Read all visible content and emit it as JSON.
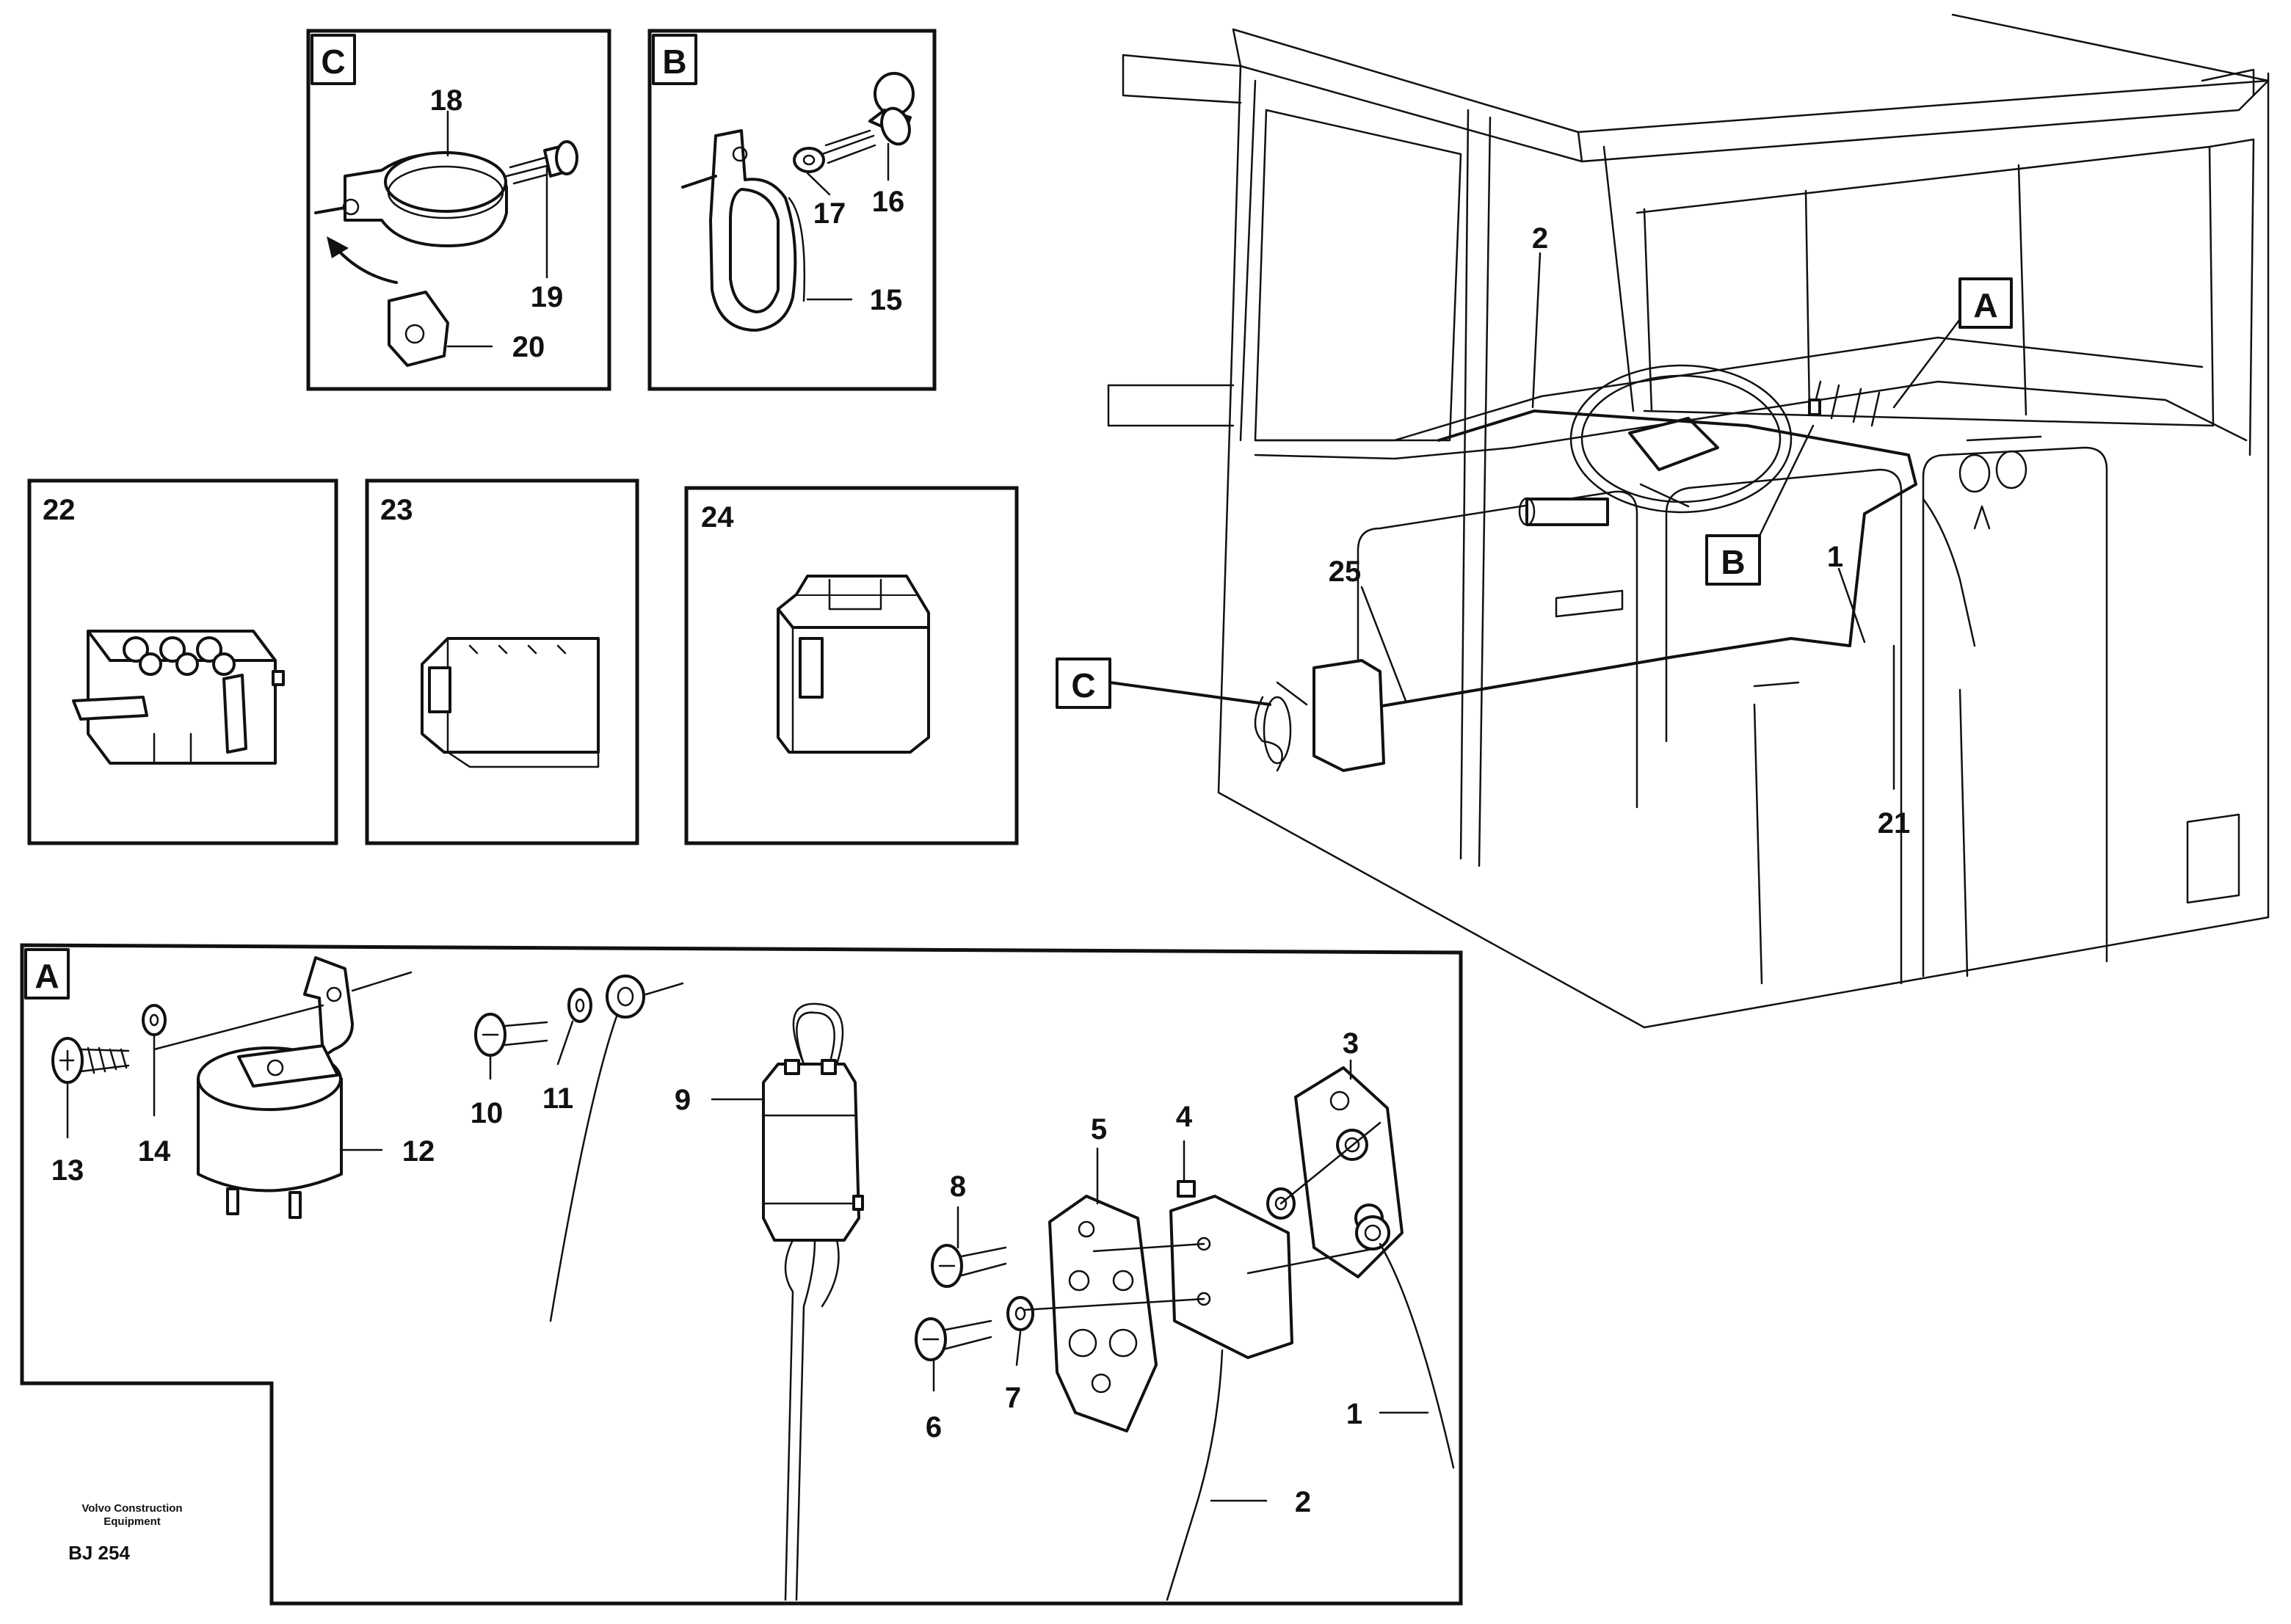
{
  "panels": {
    "C": {
      "tag": "C",
      "callouts": [
        "18",
        "19",
        "20"
      ]
    },
    "B": {
      "tag": "B",
      "callouts": [
        "17",
        "16",
        "15"
      ]
    },
    "p22": {
      "tag": "22"
    },
    "p23": {
      "tag": "23"
    },
    "p24": {
      "tag": "24"
    },
    "A": {
      "tag": "A",
      "callouts": [
        "13",
        "14",
        "12",
        "10",
        "11",
        "9",
        "8",
        "6",
        "7",
        "5",
        "4",
        "3",
        "1",
        "2"
      ]
    }
  },
  "cab_callouts": {
    "wire2": "2",
    "boxA": "A",
    "boxB": "B",
    "wire1": "1",
    "wire25": "25",
    "boxC": "C",
    "wire21": "21"
  },
  "footer": {
    "company_line1": "Volvo Construction",
    "company_line2": "Equipment",
    "code": "BJ 254"
  }
}
